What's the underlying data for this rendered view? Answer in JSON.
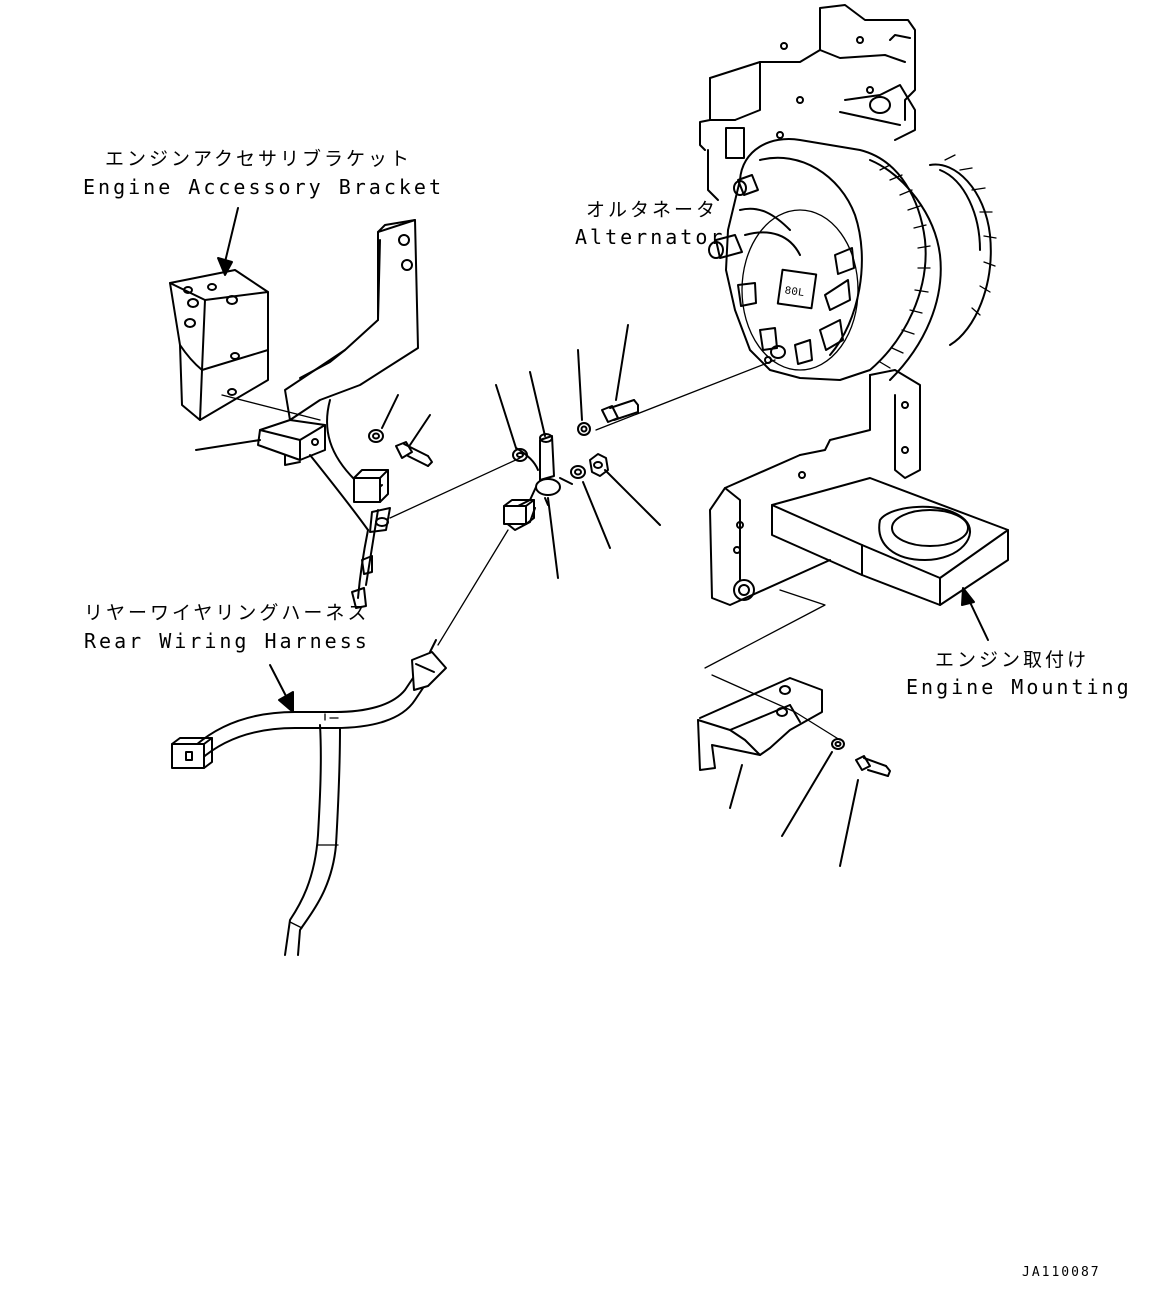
{
  "labels": {
    "engine_accessory_bracket": {
      "jp": "エンジンアクセサリブラケット",
      "en": "Engine Accessory Bracket"
    },
    "alternator": {
      "jp": "オルタネータ",
      "en": "Alternator"
    },
    "rear_wiring_harness": {
      "jp": "リヤーワイヤリングハーネス",
      "en": "Rear Wiring Harness"
    },
    "engine_mounting": {
      "jp": "エンジン取付け",
      "en": "Engine Mounting"
    }
  },
  "alternator_plate_text": "80L",
  "drawing_code": "JA110087"
}
